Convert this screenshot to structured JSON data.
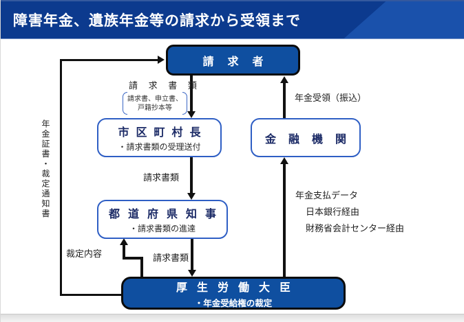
{
  "header": {
    "title": "障害年金、遺族年金等の請求から受領まで"
  },
  "nodes": {
    "claimant": {
      "label": "請求者"
    },
    "municipal": {
      "label": "市区町村長",
      "sub": "・請求書類の受理送付"
    },
    "financial": {
      "label": "金融機関"
    },
    "prefectural": {
      "label": "都道府県知事",
      "sub": "・請求書類の進達"
    },
    "minister": {
      "label": "厚生労働大臣",
      "sub": "・年金受給権の裁定"
    }
  },
  "labels": {
    "claim_docs_top": "請 求 書 類",
    "claim_docs_note1": "請求書、申立書、",
    "claim_docs_note2": "戸籍抄本等",
    "pension_receipt": "年金受領（振込）",
    "claim_docs_mid": "請求書類",
    "claim_docs_bottom": "請求書類",
    "ruling_content": "裁定内容",
    "payment_data1": "年金支払データ",
    "payment_data2": "日本銀行経由",
    "payment_data3": "財務省会計センター経由",
    "pension_certificate": "年金証書・裁定通知書"
  },
  "colors": {
    "header_blue": "#0c3a8e",
    "header_accent": "#1a51ab",
    "box_blue": "#0f4fa0",
    "border_blue": "#2e5ec4",
    "navy_text": "#1b2a66",
    "arrow_black": "#111111"
  }
}
